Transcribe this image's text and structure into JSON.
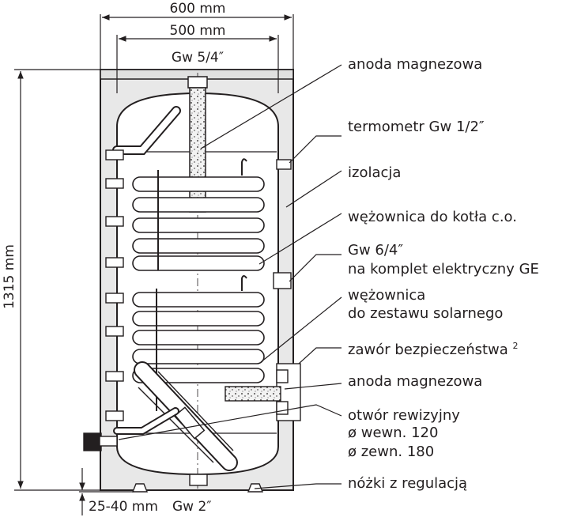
{
  "dimensions": {
    "width_outer": "600 mm",
    "width_inner": "500 mm",
    "top_connection": "Gw 5/4″",
    "height": "1315 mm",
    "feet_height": "25-40 mm",
    "bottom_connection": "Gw 2″"
  },
  "labels": [
    {
      "lines": [
        "anoda magnezowa"
      ]
    },
    {
      "lines": [
        "termometr Gw 1/2″"
      ]
    },
    {
      "lines": [
        "izolacja"
      ]
    },
    {
      "lines": [
        "wężownica do kotła c.o."
      ]
    },
    {
      "lines": [
        "Gw 6/4″",
        "na komplet elektryczny GE"
      ]
    },
    {
      "lines": [
        "wężownica",
        "do zestawu solarnego"
      ]
    },
    {
      "lines": [
        "zawór bezpieczeństwa"
      ],
      "sup": "2"
    },
    {
      "lines": [
        "anoda magnezowa"
      ]
    },
    {
      "lines": [
        "otwór rewizyjny",
        "ø wewn. 120",
        "ø zewn. 180"
      ]
    },
    {
      "lines": [
        "nóżki z regulacją"
      ]
    }
  ],
  "colors": {
    "ink": "#231f20",
    "insulation": "#e8e8e8",
    "coil": "#ffffff",
    "anode_speckle": "#f2f2f2"
  }
}
